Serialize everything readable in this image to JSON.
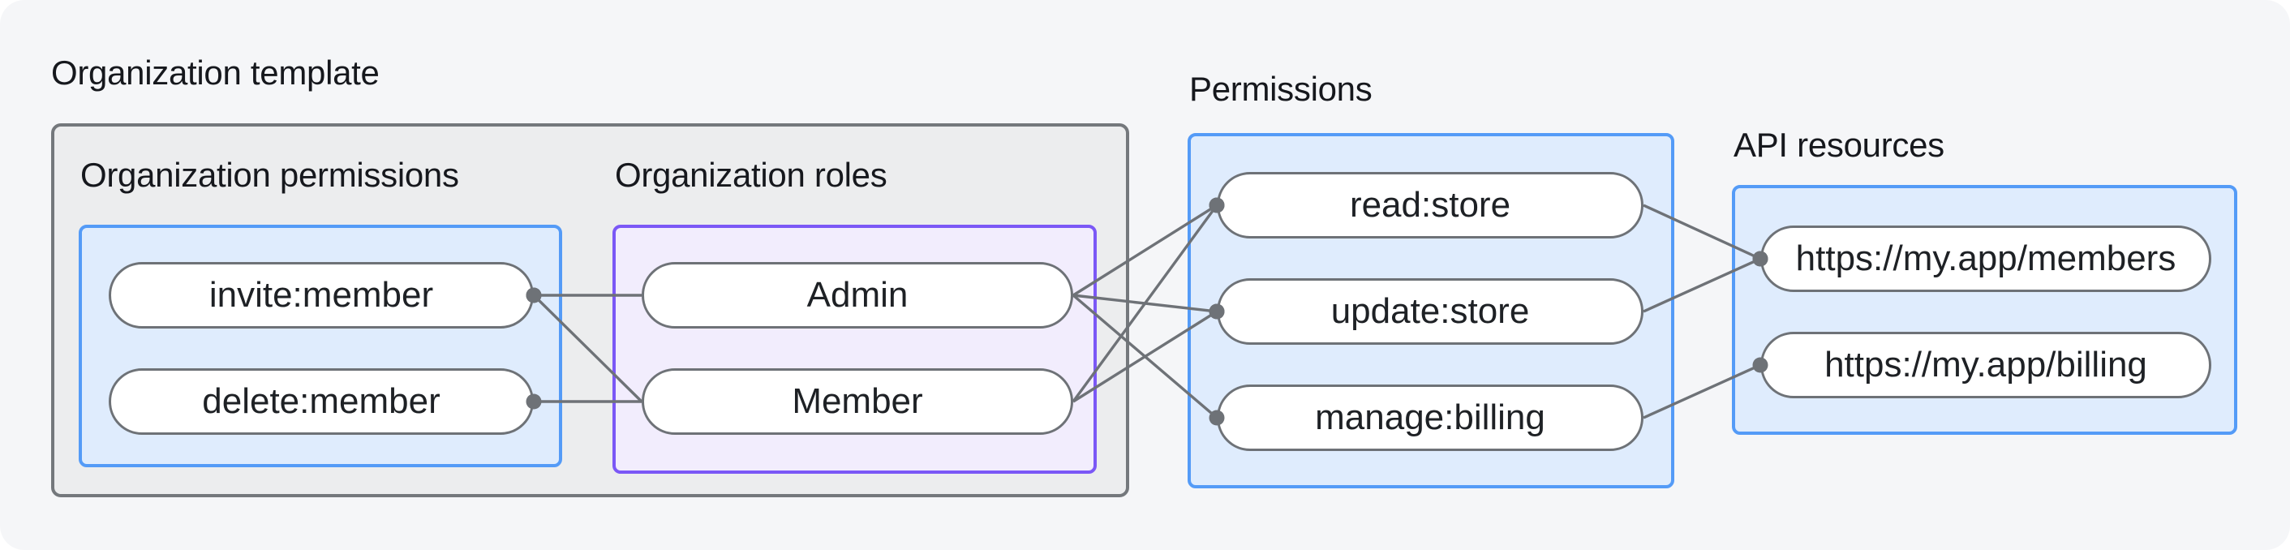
{
  "diagram": {
    "title": "Organization template",
    "groups": {
      "org_permissions": {
        "label": "Organization permissions",
        "nodes": [
          {
            "id": "invite",
            "label": "invite:member"
          },
          {
            "id": "delete",
            "label": "delete:member"
          }
        ]
      },
      "org_roles": {
        "label": "Organization roles",
        "nodes": [
          {
            "id": "admin",
            "label": "Admin"
          },
          {
            "id": "member",
            "label": "Member"
          }
        ]
      },
      "permissions": {
        "label": "Permissions",
        "nodes": [
          {
            "id": "read",
            "label": "read:store"
          },
          {
            "id": "update",
            "label": "update:store"
          },
          {
            "id": "manage",
            "label": "manage:billing"
          }
        ]
      },
      "api_resources": {
        "label": "API resources",
        "nodes": [
          {
            "id": "members",
            "label": "https://my.app/members"
          },
          {
            "id": "billing",
            "label": "https://my.app/billing"
          }
        ]
      }
    },
    "edges": [
      {
        "from": "invite",
        "to": "admin",
        "dot": "from"
      },
      {
        "from": "invite",
        "to": "member",
        "dot": "from"
      },
      {
        "from": "delete",
        "to": "member",
        "dot": "from"
      },
      {
        "from": "admin",
        "to": "read",
        "dot": "to"
      },
      {
        "from": "admin",
        "to": "update",
        "dot": "to"
      },
      {
        "from": "admin",
        "to": "manage",
        "dot": "to"
      },
      {
        "from": "member",
        "to": "read",
        "dot": "to"
      },
      {
        "from": "member",
        "to": "update",
        "dot": "to"
      },
      {
        "from": "read",
        "to": "members",
        "dot": "to"
      },
      {
        "from": "update",
        "to": "members",
        "dot": "to"
      },
      {
        "from": "manage",
        "to": "billing",
        "dot": "to"
      }
    ],
    "colors": {
      "background": "#F5F6F8",
      "container_fill": "#ECEDEE",
      "container_border": "#74787C",
      "blue_fill": "#DFECFD",
      "blue_border": "#549BF7",
      "purple_fill": "#F2EDFD",
      "purple_border": "#7B58F6",
      "node_border": "#6E7277",
      "edge": "#6E7277",
      "text": "#1A1D21"
    }
  }
}
